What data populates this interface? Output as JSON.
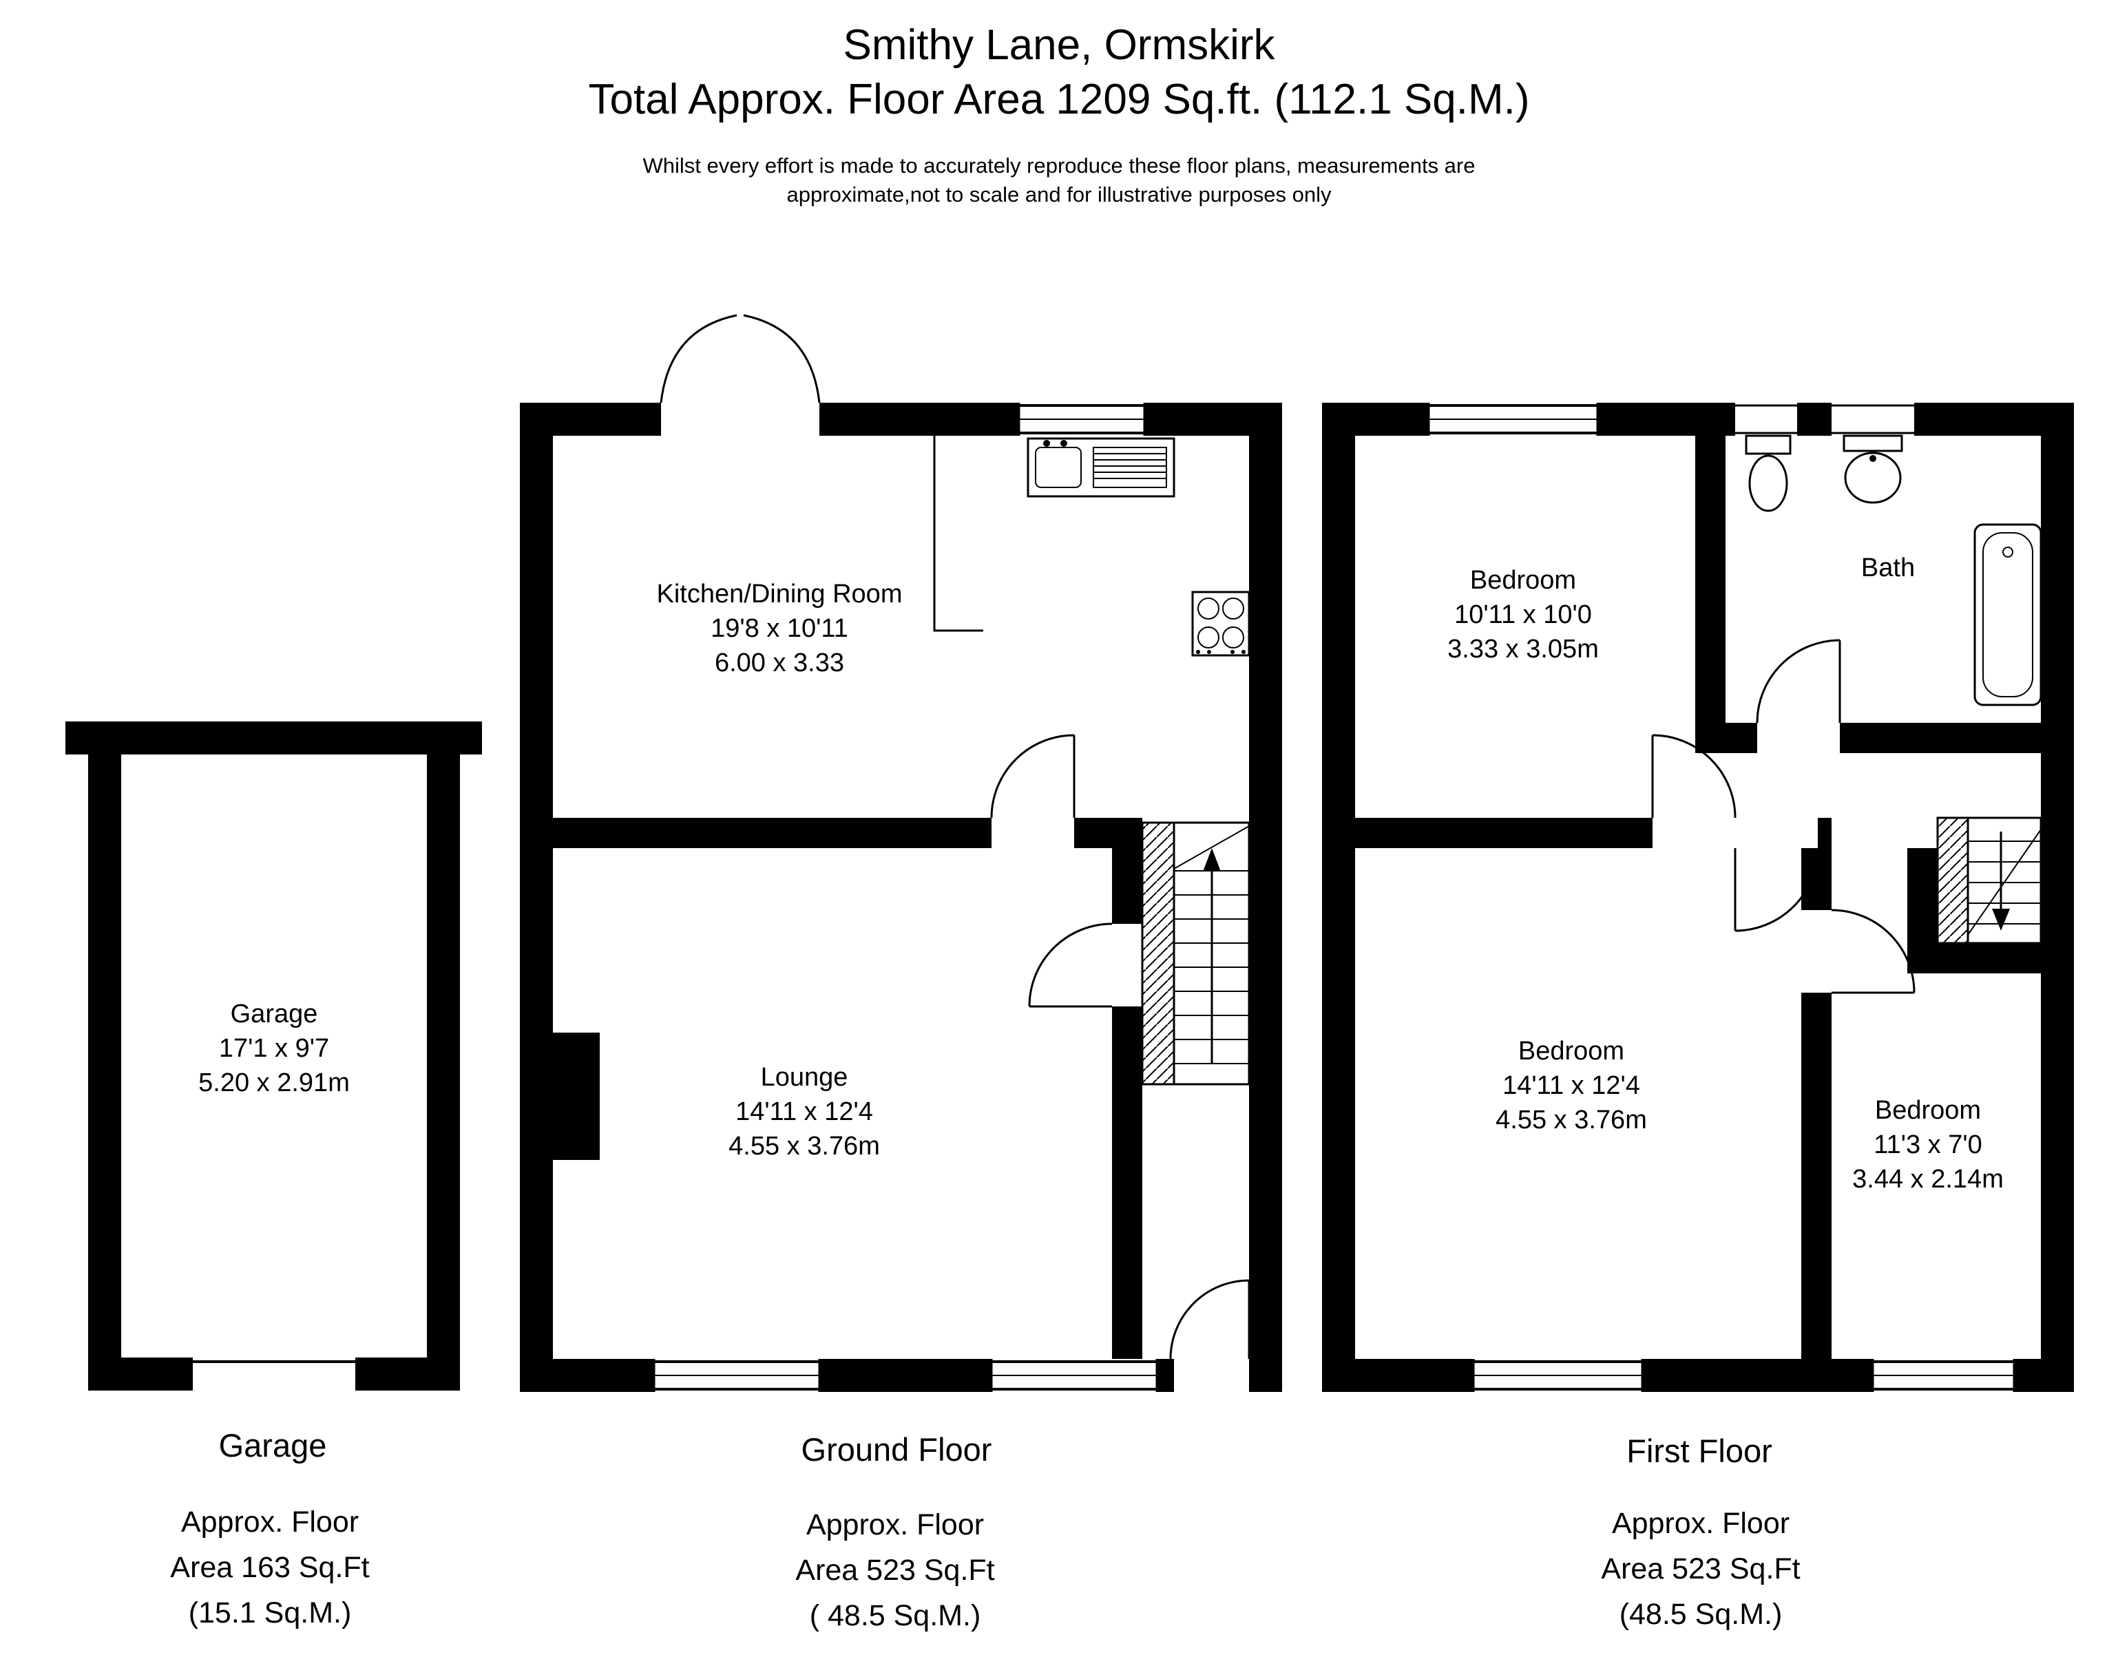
{
  "header": {
    "title": "Smithy Lane, Ormskirk",
    "subtitle": "Total Approx. Floor Area 1209 Sq.ft. (112.1 Sq.M.)",
    "disclaimer_line1": "Whilst every effort is made to accurately reproduce these floor plans, measurements are",
    "disclaimer_line2": "approximate,not to scale and for illustrative purposes only"
  },
  "colors": {
    "wall": "#000000",
    "background": "#ffffff"
  },
  "garage": {
    "room": {
      "name": "Garage",
      "imperial": "17'1 x 9'7",
      "metric": "5.20 x 2.91m"
    },
    "caption": "Garage",
    "area": {
      "line1": "Approx. Floor",
      "line2": "Area 163 Sq.Ft",
      "line3": "(15.1 Sq.M.)"
    }
  },
  "ground_floor": {
    "rooms": {
      "kitchen": {
        "name": "Kitchen/Dining Room",
        "imperial": "19'8 x 10'11",
        "metric": "6.00 x 3.33"
      },
      "lounge": {
        "name": "Lounge",
        "imperial": "14'11 x 12'4",
        "metric": "4.55 x 3.76m"
      }
    },
    "caption": "Ground Floor",
    "area": {
      "line1": "Approx. Floor",
      "line2": "Area 523 Sq.Ft",
      "line3": "( 48.5 Sq.M.)"
    }
  },
  "first_floor": {
    "rooms": {
      "bedroom1": {
        "name": "Bedroom",
        "imperial": "10'11 x 10'0",
        "metric": "3.33 x 3.05m"
      },
      "bath": {
        "name": "Bath"
      },
      "bedroom2": {
        "name": "Bedroom",
        "imperial": "14'11 x 12'4",
        "metric": "4.55 x 3.76m"
      },
      "bedroom3": {
        "name": "Bedroom",
        "imperial": "11'3 x 7'0",
        "metric": "3.44 x 2.14m"
      }
    },
    "caption": "First Floor",
    "area": {
      "line1": "Approx. Floor",
      "line2": "Area 523 Sq.Ft",
      "line3": "(48.5 Sq.M.)"
    }
  }
}
